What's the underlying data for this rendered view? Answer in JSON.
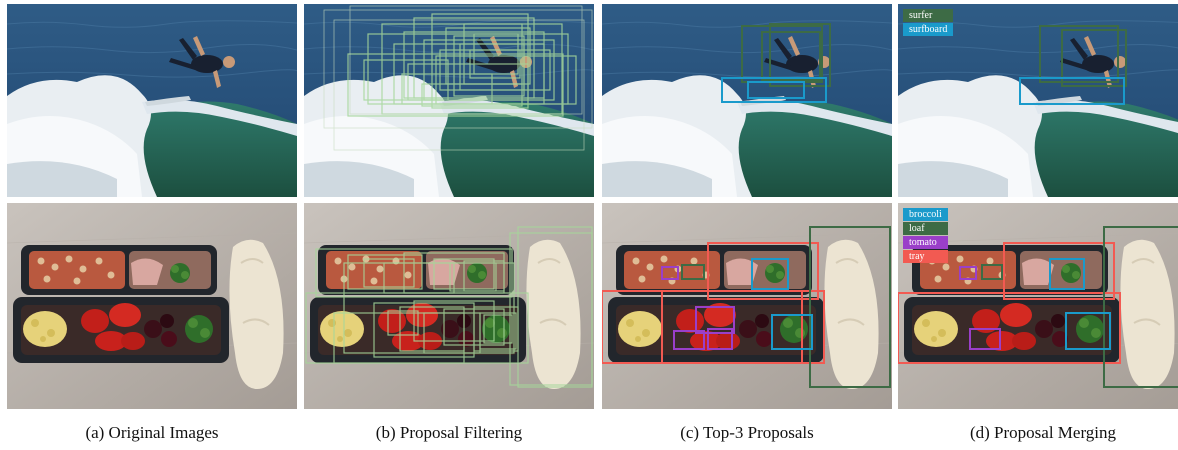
{
  "captions": {
    "a": "(a) Original Images",
    "b": "(b) Proposal Filtering",
    "c": "(c) Top-3 Proposals",
    "d": "(d) Proposal Merging"
  },
  "legend_top": [
    {
      "label": "surfer",
      "color": "#3d6b45"
    },
    {
      "label": "surfboard",
      "color": "#1a9acb"
    }
  ],
  "legend_bottom": [
    {
      "label": "broccoli",
      "color": "#1a9acb"
    },
    {
      "label": "loaf",
      "color": "#3d6b45"
    },
    {
      "label": "tomato",
      "color": "#9a3fc9"
    },
    {
      "label": "tray",
      "color": "#f25a52"
    }
  ]
}
